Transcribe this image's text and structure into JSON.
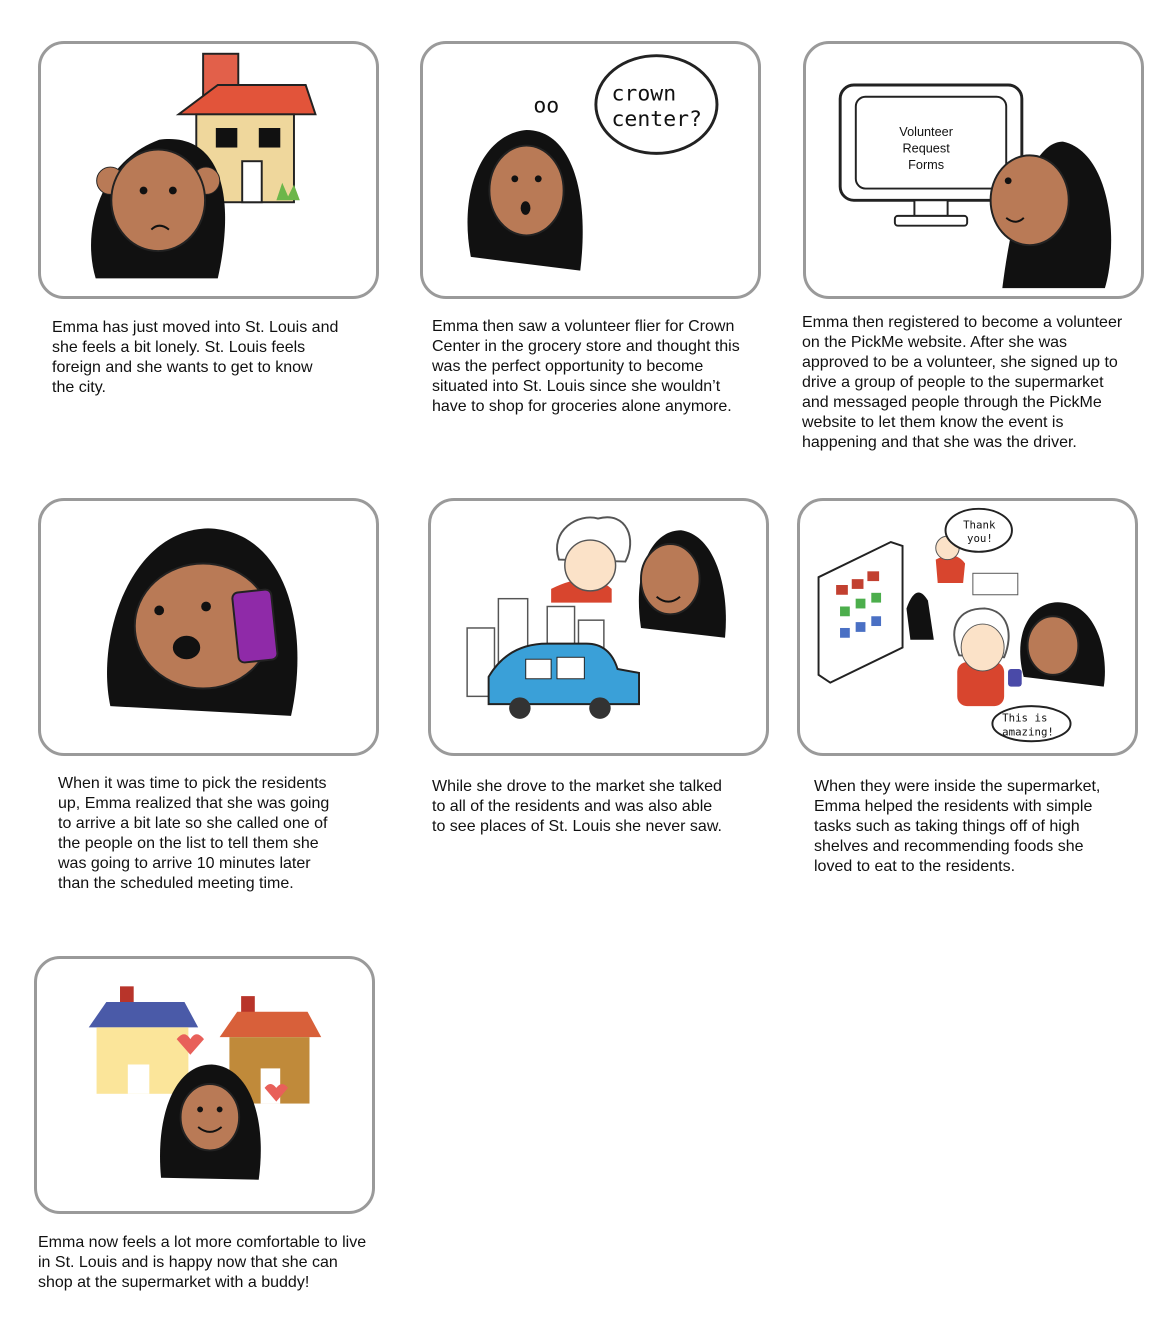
{
  "panels": [
    {
      "caption": "Emma has just moved into St. Louis and\nshe feels a bit lonely. St. Louis feels\nforeign and she wants to get to know\nthe city."
    },
    {
      "caption": "Emma then saw a volunteer flier for Crown\nCenter in the grocery store and thought this\nwas the perfect opportunity to become\nsituated into St. Louis since she wouldn’t\nhave to shop for groceries alone anymore.",
      "thought_line1": "crown",
      "thought_line2": "center?",
      "exclaim": "oo"
    },
    {
      "caption": "Emma then registered to become a volunteer\non the PickMe website. After she was\napproved to be a volunteer, she signed up to\ndrive a group of people to the supermarket\nand messaged people through the PickMe\nwebsite to let them know the event is\nhappening and that she was the driver.",
      "monitor_line1": "Volunteer",
      "monitor_line2": "Request",
      "monitor_line3": "Forms"
    },
    {
      "caption": "When it was time to pick the residents\nup, Emma realized that she was going\nto arrive a bit late so she called one of\nthe people on the list to tell them she\nwas going to arrive 10 minutes later\nthan the scheduled meeting time."
    },
    {
      "caption": "While she drove to the market she talked\nto all of the residents and was also able\nto see places of St. Louis she never saw."
    },
    {
      "caption": "When they were inside the supermarket,\nEmma helped the residents with simple\ntasks such as taking things off of high\nshelves and recommending foods she\nloved to eat to the residents.",
      "bubble1_line1": "Thank",
      "bubble1_line2": "you!",
      "bubble2_line1": "This is",
      "bubble2_line2": "amazing!"
    },
    {
      "caption": "Emma now feels a lot more comfortable to live\nin St. Louis and is happy now that she can\nshop at the supermarket with a buddy!"
    }
  ],
  "colors": {
    "skin": "#b97a56",
    "hair": "#111111",
    "roof": "#e2543a",
    "wall": "#efd79c",
    "car": "#3aa0d8",
    "phone": "#8f2aa8",
    "heart": "#e8605a"
  }
}
